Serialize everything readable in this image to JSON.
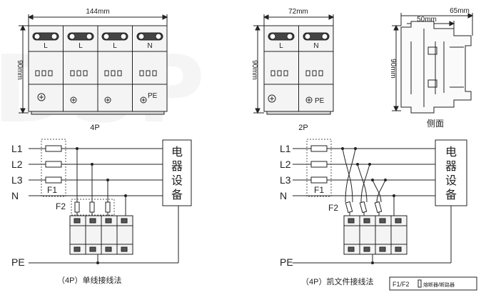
{
  "watermark": "DSP",
  "top": {
    "dims": {
      "four_width": "144mm",
      "four_height": "90mm",
      "two_width": "72mm",
      "two_height": "90mm",
      "side_width_outer": "65mm",
      "side_width_inner": "50mm",
      "side_height": "90mm"
    },
    "module_4p": {
      "labels": [
        "L",
        "L",
        "L",
        "N"
      ],
      "pe": "PE",
      "caption": "4P"
    },
    "module_2p": {
      "labels": [
        "L",
        "N"
      ],
      "pe": "PE",
      "caption": "2P"
    },
    "side_view": {
      "caption": "侧面"
    }
  },
  "wiring_left": {
    "lines": [
      "L1",
      "L2",
      "L3",
      "N"
    ],
    "fuse_group": "F1",
    "fuse2": "F2",
    "device": [
      "电",
      "器",
      "设",
      "备"
    ],
    "pe": "PE",
    "caption": "（4P）单线接线法"
  },
  "wiring_right": {
    "lines": [
      "L1",
      "L2",
      "L3",
      "N"
    ],
    "fuse_group": "F1",
    "fuse2": "F2",
    "device": [
      "电",
      "器",
      "设",
      "备"
    ],
    "pe": "PE",
    "caption": "（4P）凯文件接线法"
  },
  "legend": {
    "prefix": "F1/F2",
    "text": "熔断器/断路器"
  }
}
